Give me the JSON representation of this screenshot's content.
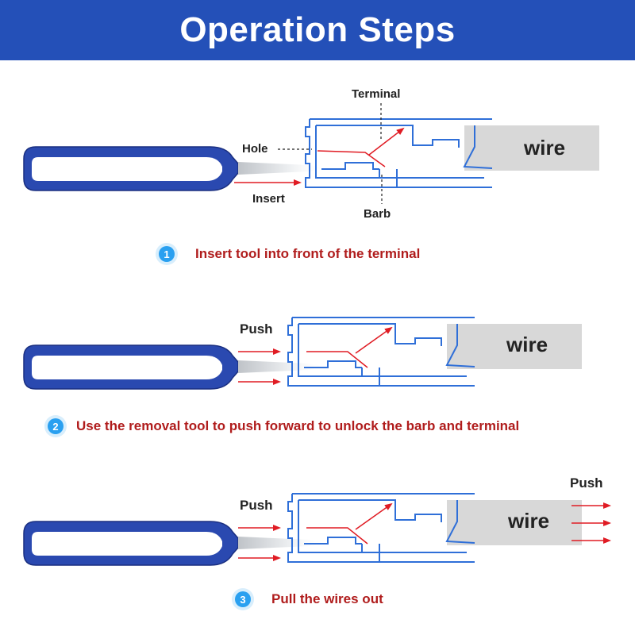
{
  "title": "Operation Steps",
  "colors": {
    "banner": "#2450b8",
    "tool": "#2a49b0",
    "terminal_outline": "#2f6fd8",
    "arrow": "#e01c24",
    "caption": "#b01c1c",
    "badge": "#2aa0f0",
    "wire": "#d8d8d8"
  },
  "steps": [
    {
      "number": "1",
      "caption": "Insert tool into front of the terminal",
      "wire_label": "wire",
      "labels": {
        "terminal": "Terminal",
        "hole": "Hole",
        "insert": "Insert",
        "barb": "Barb"
      }
    },
    {
      "number": "2",
      "caption": "Use the removal tool to push forward to unlock the barb and terminal",
      "wire_label": "wire",
      "labels": {
        "push": "Push"
      }
    },
    {
      "number": "3",
      "caption": "Pull the wires out",
      "wire_label": "wire",
      "labels": {
        "push_left": "Push",
        "push_right": "Push"
      }
    }
  ],
  "icons": [
    "removal-tool-icon",
    "terminal-housing-icon",
    "wire-icon",
    "red-arrow-icon"
  ]
}
